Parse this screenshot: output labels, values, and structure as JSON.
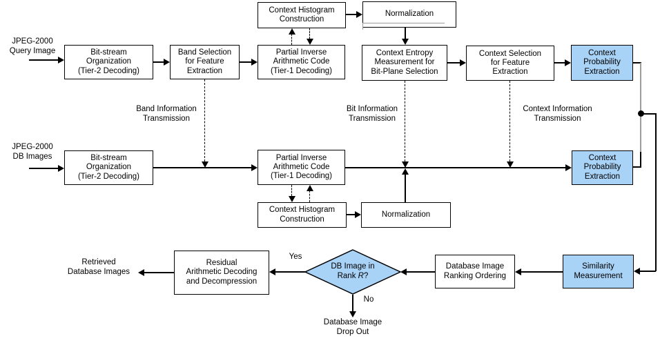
{
  "title": "JPEG-2000 compressed-domain image retrieval flow diagram",
  "colors": {
    "highlight": "#a8d2f6",
    "line": "#000000",
    "connector_gray": "#9c9c9c",
    "background": "#ffffff"
  },
  "nodes": {
    "context_histogram_top": "Context Histogram\nConstruction",
    "normalization_top": "Normalization",
    "bitstream_query": "Bit-stream\nOrganization\n(Tier-2 Decoding)",
    "band_selection": "Band Selection\nfor Feature\nExtraction",
    "partial_inverse_query": "Partial Inverse\nArithmetic Code\n(Tier-1 Decoding)",
    "context_entropy": "Context Entropy\nMeasurement for\nBit-Plane Selection",
    "context_selection": "Context Selection\nfor Feature\nExtraction",
    "context_probability_query": "Context\nProbability\nExtraction",
    "bitstream_db": "Bit-stream\nOrganization\n(Tier-2 Decoding)",
    "partial_inverse_db": "Partial Inverse\nArithmetic Code\n(Tier-1 Decoding)",
    "context_probability_db": "Context\nProbability\nExtraction",
    "context_histogram_bottom": "Context Histogram\nConstruction",
    "normalization_bottom": "Normalization",
    "residual_decoding": "Residual\nArithmetic Decoding\nand Decompression",
    "db_ranking": "Database Image\nRanking Ordering",
    "similarity": "Similarity\nMeasurement",
    "decision_line1": "DB Image in",
    "decision_rank_prefix": "Rank ",
    "decision_rank_var": "R",
    "decision_rank_suffix": "?"
  },
  "labels": {
    "query_input": "JPEG-2000\nQuery Image",
    "db_input": "JPEG-2000\nDB Images",
    "band_info": "Band Information\nTransmission",
    "bit_info": "Bit Information\nTransmission",
    "context_info": "Context Information\nTransmission",
    "retrieved": "Retrieved\nDatabase Images",
    "yes": "Yes",
    "no": "No",
    "drop_out": "Database Image\nDrop Out"
  }
}
